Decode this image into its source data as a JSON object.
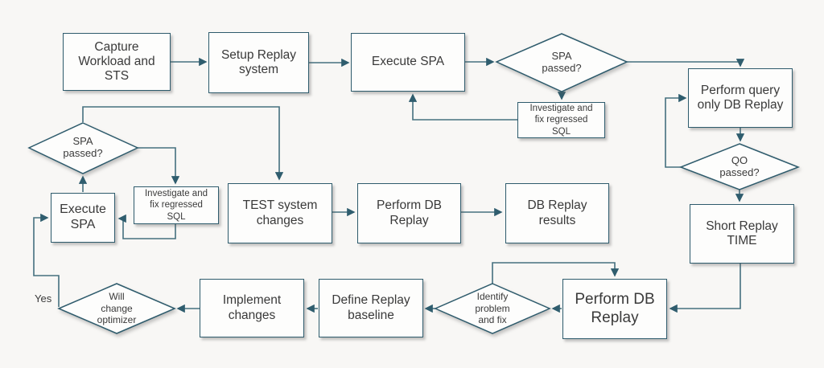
{
  "diagram": {
    "type": "flowchart",
    "colors": {
      "background": "#f8f7f5",
      "node_fill": "#fdfdfc",
      "node_border": "#2e5b6c",
      "connector": "#45707f",
      "text": "#3a3a3a"
    },
    "nodes": {
      "capture_workload": "Capture\nWorkload and\nSTS",
      "setup_replay": "Setup Replay\nsystem",
      "execute_spa_top": "Execute SPA",
      "spa_passed_top": "SPA\npassed?",
      "investigate_fix_top": "Investigate and\nfix regressed\nSQL",
      "perform_query_only": "Perform query\nonly DB Replay",
      "qo_passed": "QO\npassed?",
      "short_replay_time": "Short Replay\nTIME",
      "spa_passed_left": "SPA\npassed?",
      "execute_spa_left": "Execute\nSPA",
      "investigate_fix_left": "Investigate and\nfix regressed\nSQL",
      "test_system_changes": "TEST system\nchanges",
      "perform_db_replay_mid": "Perform DB\nReplay",
      "db_replay_results": "DB Replay\nresults",
      "will_change_optimizer": "Will\nchange\noptimizer",
      "implement_changes": "Implement\nchanges",
      "define_replay_baseline": "Define Replay\nbaseline",
      "identify_problem_fix": "Identify\nproblem\nand fix",
      "perform_db_replay_bottom": "Perform DB\nReplay"
    },
    "edge_labels": {
      "yes": "Yes"
    }
  }
}
